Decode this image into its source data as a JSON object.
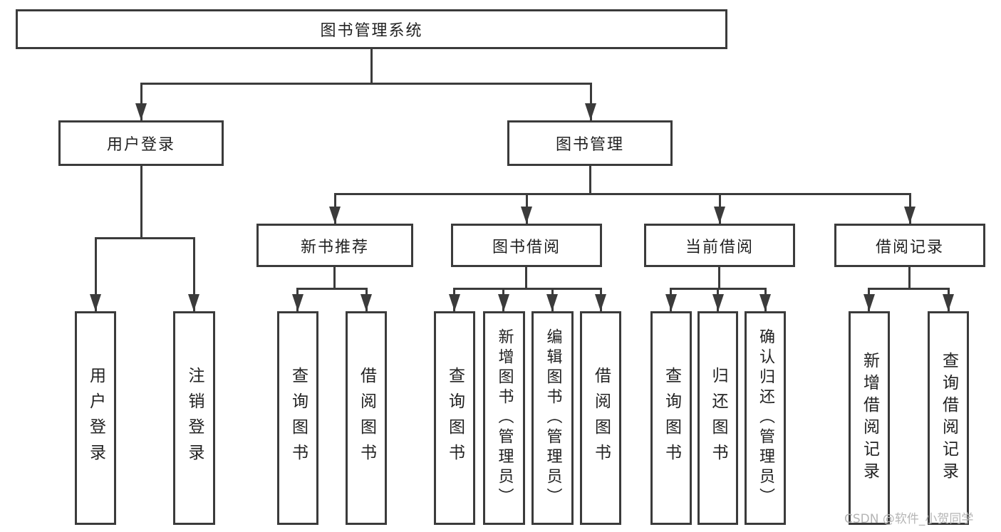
{
  "colors": {
    "line": "#3b3b3b",
    "text": "#222222",
    "watermark": "#b5b5b5",
    "box_fill": "#ffffff"
  },
  "watermark": {
    "text": "CSDN @软件_小贺同学"
  },
  "tree": {
    "label": "图书管理系统",
    "children": [
      {
        "label": "用户登录",
        "children": [
          {
            "label": "用户登录"
          },
          {
            "label": "注销登录"
          }
        ]
      },
      {
        "label": "图书管理",
        "children": [
          {
            "label": "新书推荐",
            "children": [
              {
                "label": "查询图书"
              },
              {
                "label": "借阅图书"
              }
            ]
          },
          {
            "label": "图书借阅",
            "children": [
              {
                "label": "查询图书"
              },
              {
                "label": "新增图书（管理员）"
              },
              {
                "label": "编辑图书（管理员）"
              },
              {
                "label": "借阅图书"
              }
            ]
          },
          {
            "label": "当前借阅",
            "children": [
              {
                "label": "查询图书"
              },
              {
                "label": "归还图书"
              },
              {
                "label": "确认归还（管理员）"
              }
            ]
          },
          {
            "label": "借阅记录",
            "children": [
              {
                "label": "新增借阅记录"
              },
              {
                "label": "查询借阅记录"
              }
            ]
          }
        ]
      }
    ]
  }
}
